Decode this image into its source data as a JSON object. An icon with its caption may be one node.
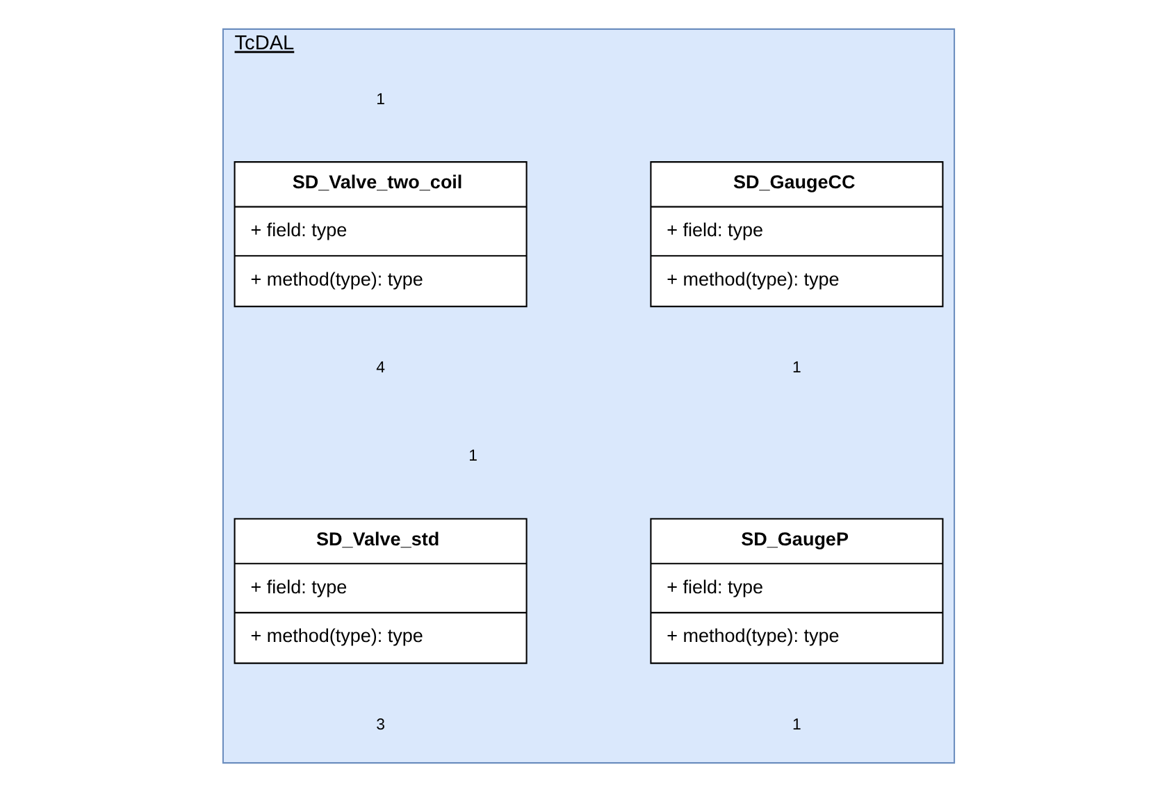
{
  "diagram": {
    "nodes": [
      {
        "text": [
          "TcDAL"
        ]
      },
      {
        "text": [
          "SD_Valve_two_coil",
          "+ field: type",
          "+ method(type): type"
        ],
        "in": 0
      },
      {
        "text": [
          "SD_GaugeCC",
          "+ field: type",
          "+ method(type): type"
        ],
        "in": 0
      },
      {
        "text": [
          "SD_Valve_std",
          "+ field: type",
          "+ method(type): type"
        ],
        "in": 0
      },
      {
        "text": [
          "SD_GaugeP",
          "+ field: type",
          "+ method(type): type"
        ],
        "in": 0
      }
    ],
    "edges": [],
    "labels": [
      "1",
      "4",
      "1",
      "1",
      "3",
      "1"
    ]
  }
}
